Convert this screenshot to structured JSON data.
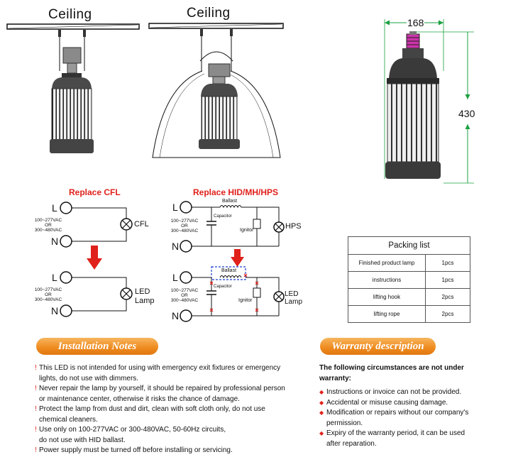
{
  "ceiling_label": "Ceiling",
  "dimensions": {
    "width": "168",
    "height": "430"
  },
  "wiring": {
    "cfl_title": "Replace CFL",
    "hid_title": "Replace HID/MH/HPS",
    "line_L": "L",
    "line_N": "N",
    "voltage_a": "100~277VAC",
    "voltage_or": "OR",
    "voltage_b": "300~480VAC",
    "cfl_label": "CFL",
    "hps_label": "HPS",
    "led_label_1": "LED",
    "led_label_2": "Lamp",
    "ballast": "Ballast",
    "capacitor": "Capacitor",
    "ignitor": "Ignitor"
  },
  "packing": {
    "title": "Packing list",
    "items": [
      {
        "name": "Finished product lamp",
        "qty": "1pcs"
      },
      {
        "name": "instructions",
        "qty": "1pcs"
      },
      {
        "name": "lifting hook",
        "qty": "2pcs"
      },
      {
        "name": "lifting rope",
        "qty": "2pcs"
      }
    ]
  },
  "installation": {
    "title": "Installation Notes",
    "notes": [
      [
        "This LED is not intended for using with emergency exit fixtures or emergency",
        "lights, do not use with dimmers."
      ],
      [
        "Never repair the lamp by yourself, it should be repaired by professional person",
        "or maintenance center, otherwise it risks the chance of damage."
      ],
      [
        "Protect the lamp from dust and dirt, clean with soft cloth only, do not use",
        "chemical cleaners."
      ],
      [
        "Use only on 100-277VAC or 300-480VAC, 50-60Hz circuits,",
        "do not use with HID ballast."
      ],
      [
        "Power supply must be turned off before installing or servicing."
      ]
    ]
  },
  "warranty": {
    "title": "Warranty description",
    "intro_1": "The following circumstances are not under",
    "intro_2": "warranty:",
    "items": [
      [
        "Instructions or invoice can not be provided."
      ],
      [
        "Accidental or misuse causing damage."
      ],
      [
        "Modification or repairs without our company's",
        "permission."
      ],
      [
        "Expiry of the warranty period, it can be used",
        "after reparation."
      ]
    ]
  },
  "colors": {
    "accent": "#e0201a",
    "banner": "#ee8a1e",
    "dimension_line": "#1aa040",
    "thread": "#cc33aa"
  }
}
